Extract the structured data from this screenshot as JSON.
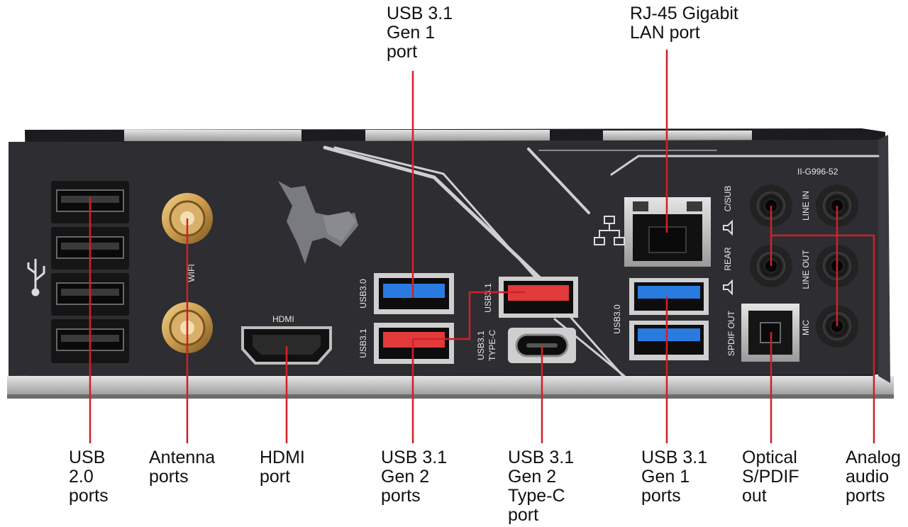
{
  "panel": {
    "model_code": "II-G996-52",
    "antenna_silk": "WIFI",
    "hdmi_silk": "HDMI",
    "usb_blue_silk": "USB3.0",
    "usb_red_silk": "USB3.1",
    "usb_red2_silk": "USB3.1",
    "typec_silk_1": "USB3.1",
    "typec_silk_2": "TYPE-C",
    "usb_right_silk": "USB3.0",
    "audio_csub": "C/SUB",
    "audio_rear": "REAR",
    "audio_spdif": "SPDIF OUT",
    "audio_linein": "LINE IN",
    "audio_lineout": "LINE OUT",
    "audio_mic": "MIC"
  },
  "callouts": {
    "usb31_gen1_top": "USB 3.1\nGen 1\nport",
    "rj45": "RJ-45 Gigabit\nLAN port",
    "usb20": "USB\n2.0\nports",
    "antenna": "Antenna\nports",
    "hdmi": "HDMI\nport",
    "usb31_gen2": "USB 3.1\nGen 2\nports",
    "usb31_typec": "USB 3.1\nGen 2\nType-C\nport",
    "usb31_gen1_bottom": "USB 3.1\nGen 1\nports",
    "optical": "Optical\nS/PDIF\nout",
    "analog_audio": "Analog\naudio\nports"
  },
  "colors": {
    "panel": "#2e2d31",
    "callout_line": "#d0202a",
    "usb_blue": "#2a7be0",
    "usb_red": "#e23a3a",
    "gold": "#c99a4a"
  }
}
